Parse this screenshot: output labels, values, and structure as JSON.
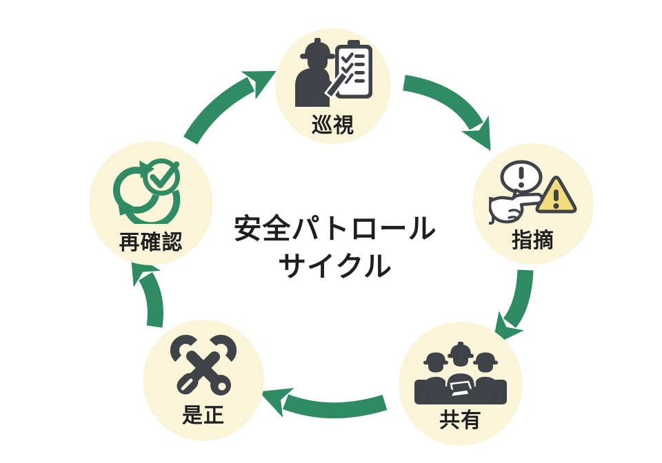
{
  "title": {
    "line1": "安全パトロール",
    "line2": "サイクル"
  },
  "nodes": [
    {
      "id": "patrol",
      "label": "巡視",
      "icon": "worker-checklist-icon"
    },
    {
      "id": "pointout",
      "label": "指摘",
      "icon": "pointing-warning-icon"
    },
    {
      "id": "share",
      "label": "共有",
      "icon": "meeting-workers-icon"
    },
    {
      "id": "correct",
      "label": "是正",
      "icon": "crossed-tools-icon"
    },
    {
      "id": "recheck",
      "label": "再確認",
      "icon": "recheck-cycle-icon"
    }
  ],
  "cycle_order": [
    "巡視",
    "指摘",
    "共有",
    "是正",
    "再確認"
  ],
  "colors": {
    "arrow_green": "#2E8B63",
    "node_fill": "#FAF5D9",
    "icon_dark": "#3F4347",
    "warning_yellow": "#F2DC7D",
    "text": "#1F1F1F",
    "background": "#FFFFFF"
  }
}
